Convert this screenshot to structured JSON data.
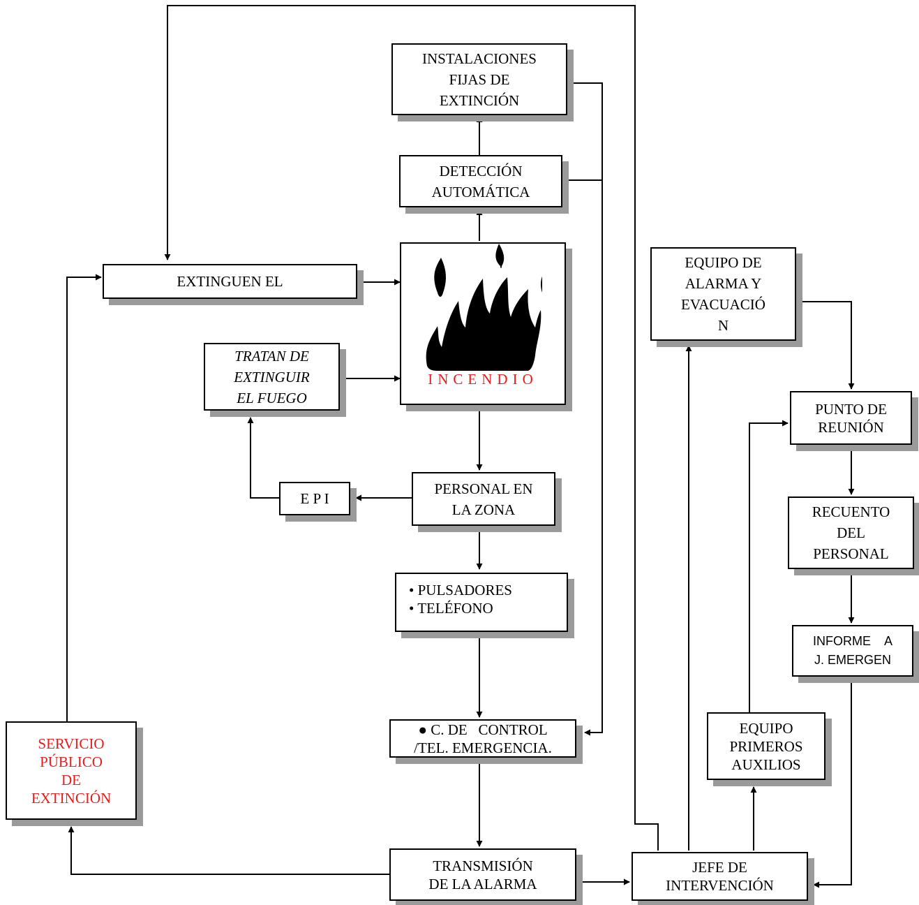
{
  "diagram": {
    "boxes": {
      "instalaciones": [
        "INSTALACIONES",
        "FIJAS DE",
        "EXTINCIÓN"
      ],
      "deteccion": [
        "DETECCIÓN",
        "AUTOMÁTICA"
      ],
      "extinguen": [
        "EXTINGUEN EL"
      ],
      "incendio": "INCENDIO",
      "tratan": [
        "TRATAN DE",
        "EXTINGUIR",
        "EL FUEGO"
      ],
      "epi": "E P I",
      "personal": [
        "PERSONAL EN",
        "LA ZONA"
      ],
      "pulsadores": [
        "• PULSADORES",
        "• TELÉFONO"
      ],
      "control": [
        "● C. DE   CONTROL",
        "/TEL. EMERGENCIA."
      ],
      "transmision": [
        "TRANSMISIÓN",
        "DE LA ALARMA"
      ],
      "servicio": [
        "SERVICIO",
        "PÚBLICO",
        "DE",
        "EXTINCIÓN"
      ],
      "equipo_alarma": [
        "EQUIPO DE",
        "ALARMA Y",
        "EVACUACIÓ",
        "N"
      ],
      "punto": [
        "PUNTO DE",
        "REUNIÓN"
      ],
      "recuento": [
        "RECUENTO",
        "DEL",
        "PERSONAL"
      ],
      "informe": [
        "INFORME    A",
        "J. EMERGEN"
      ],
      "primeros": [
        "EQUIPO",
        "PRIMEROS",
        "AUXILIOS"
      ],
      "jefe": [
        "JEFE DE",
        "INTERVENCIÓN"
      ]
    },
    "colors": {
      "emphasis": "#e02020",
      "shadow": "#9a9a9a",
      "line": "#000000"
    },
    "icons": {
      "fire": "flame-icon"
    }
  }
}
